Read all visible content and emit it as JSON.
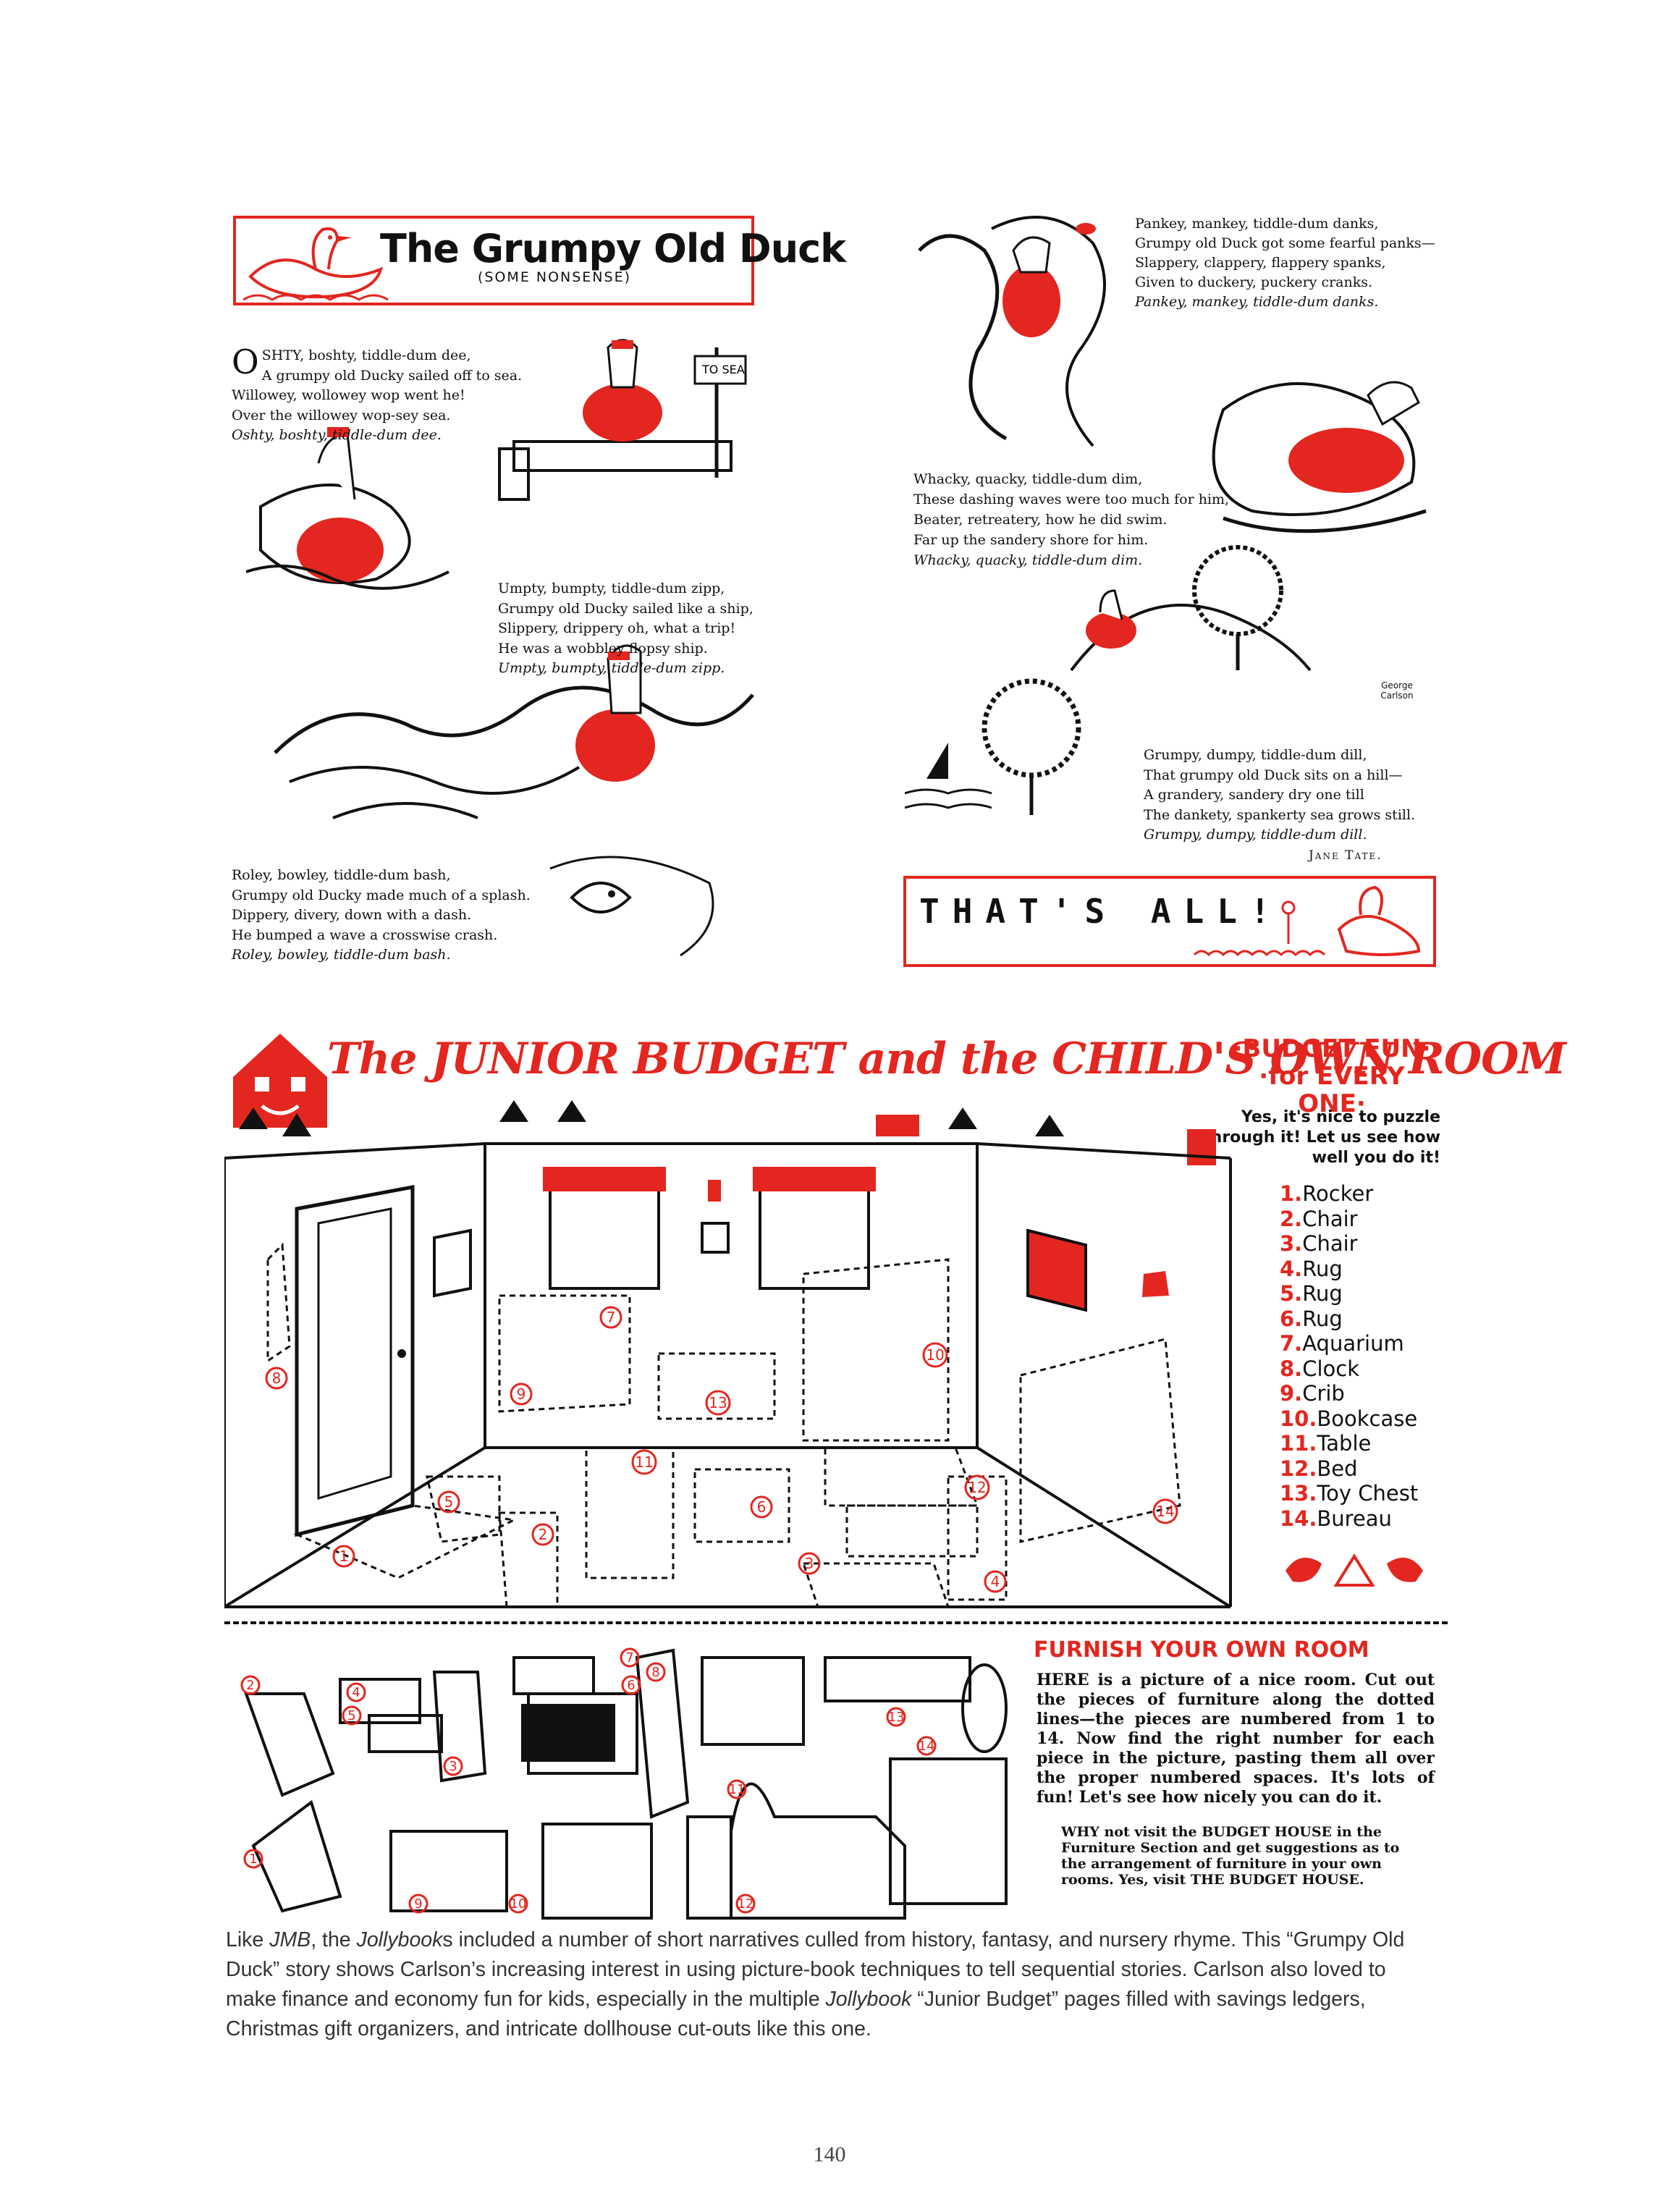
{
  "duck_story": {
    "title": "The Grumpy Old Duck",
    "subtitle": "(SOME NONSENSE)",
    "sign_text": "TO SEA",
    "verse1": {
      "dropcap": "O",
      "lines": [
        "SHTY, boshty, tiddle-dum dee,",
        "A grumpy old Ducky sailed off to sea.",
        "Willowey, wollowey wop went he!",
        "Over the willowey wop-sey sea."
      ],
      "refrain": "Oshty, boshty, tiddle-dum dee."
    },
    "verse2": {
      "lines": [
        "Umpty, bumpty, tiddle-dum zipp,",
        "Grumpy old Ducky sailed like a ship,",
        "Slippery, drippery oh, what a trip!",
        "He was a wobbley flopsy ship."
      ],
      "refrain": "Umpty, bumpty, tiddle-dum zipp."
    },
    "verse3": {
      "lines": [
        "Roley, bowley, tiddle-dum bash,",
        "Grumpy old Ducky made much of a splash.",
        "Dippery, divery, down with a dash.",
        "He bumped a wave a crosswise crash."
      ],
      "refrain": "Roley, bowley, tiddle-dum bash."
    },
    "verse4": {
      "lines": [
        "Pankey, mankey, tiddle-dum danks,",
        "Grumpy old Duck got some fearful panks—",
        "Slappery, clappery, flappery spanks,",
        "Given to duckery, puckery cranks."
      ],
      "refrain": "Pankey, mankey, tiddle-dum danks."
    },
    "verse5": {
      "lines": [
        "Whacky, quacky, tiddle-dum dim,",
        "These dashing waves were too much for him,",
        "Beater, retreatery, how he did swim.",
        "Far up the sandery shore for him."
      ],
      "refrain": "Whacky, quacky, tiddle-dum dim."
    },
    "verse6": {
      "lines": [
        "Grumpy, dumpy, tiddle-dum dill,",
        "That grumpy old Duck sits on a hill—",
        "A grandery, sandery dry one till",
        "The dankety, spankerty sea grows still."
      ],
      "refrain": "Grumpy, dumpy, tiddle-dum dill."
    },
    "author": "Jane Tate.",
    "signature": "George Carlson",
    "thats_all": "THAT'S ALL!"
  },
  "budget": {
    "title": "The JUNIOR BUDGET and the CHILD'S OWN ROOM",
    "fun_title": "·BUDGET FUN· ·for EVERY ONE·",
    "fun_sub": "Yes, it's nice to puzzle through it! Let us see how well you do it!",
    "items": [
      {
        "n": "1.",
        "label": "Rocker"
      },
      {
        "n": "2.",
        "label": "Chair"
      },
      {
        "n": "3.",
        "label": "Chair"
      },
      {
        "n": "4.",
        "label": "Rug"
      },
      {
        "n": "5.",
        "label": "Rug"
      },
      {
        "n": "6.",
        "label": "Rug"
      },
      {
        "n": "7.",
        "label": "Aquarium"
      },
      {
        "n": "8.",
        "label": "Clock"
      },
      {
        "n": "9.",
        "label": "Crib"
      },
      {
        "n": "10.",
        "label": "Bookcase"
      },
      {
        "n": "11.",
        "label": "Table"
      },
      {
        "n": "12.",
        "label": "Bed"
      },
      {
        "n": "13.",
        "label": "Toy Chest"
      },
      {
        "n": "14.",
        "label": "Bureau"
      }
    ],
    "room_markers": [
      "1",
      "2",
      "3",
      "4",
      "5",
      "6",
      "7",
      "8",
      "9",
      "10",
      "11",
      "12",
      "13",
      "14"
    ],
    "furnish_title": "FURNISH YOUR OWN ROOM",
    "instructions": "HERE is a picture of a nice room. Cut out the pieces of furniture along the dotted lines—the pieces are numbered from 1 to 14. Now find the right number for each piece in the picture, pasting them all over the proper numbered spaces. It's lots of fun! Let's see how nicely you can do it.",
    "visit": "WHY not visit the BUDGET HOUSE in the Furniture Section and get suggestions as to the arrangement of furniture in your own rooms. Yes, visit THE BUDGET HOUSE."
  },
  "caption": {
    "p1": "Like ",
    "jmb": "JMB",
    "p2": ", the ",
    "jolly": "Jollybook",
    "p3": "s included a number of short narratives culled from history, fantasy, and nursery rhyme. This “Grumpy Old Duck” story shows Carlson’s increasing interest in using picture-book techniques to tell sequential stories. Carlson also loved to make finance and economy fun for kids, especially in the multiple ",
    "jolly2": "Jollybook",
    "p4": " “Junior Budget” pages filled with savings ledgers, Christmas gift organizers, and intricate dollhouse cut-outs like this one."
  },
  "page_number": "140",
  "colors": {
    "accent_red": "#e3261f",
    "ink": "#111111",
    "caption_gray": "#333333"
  }
}
